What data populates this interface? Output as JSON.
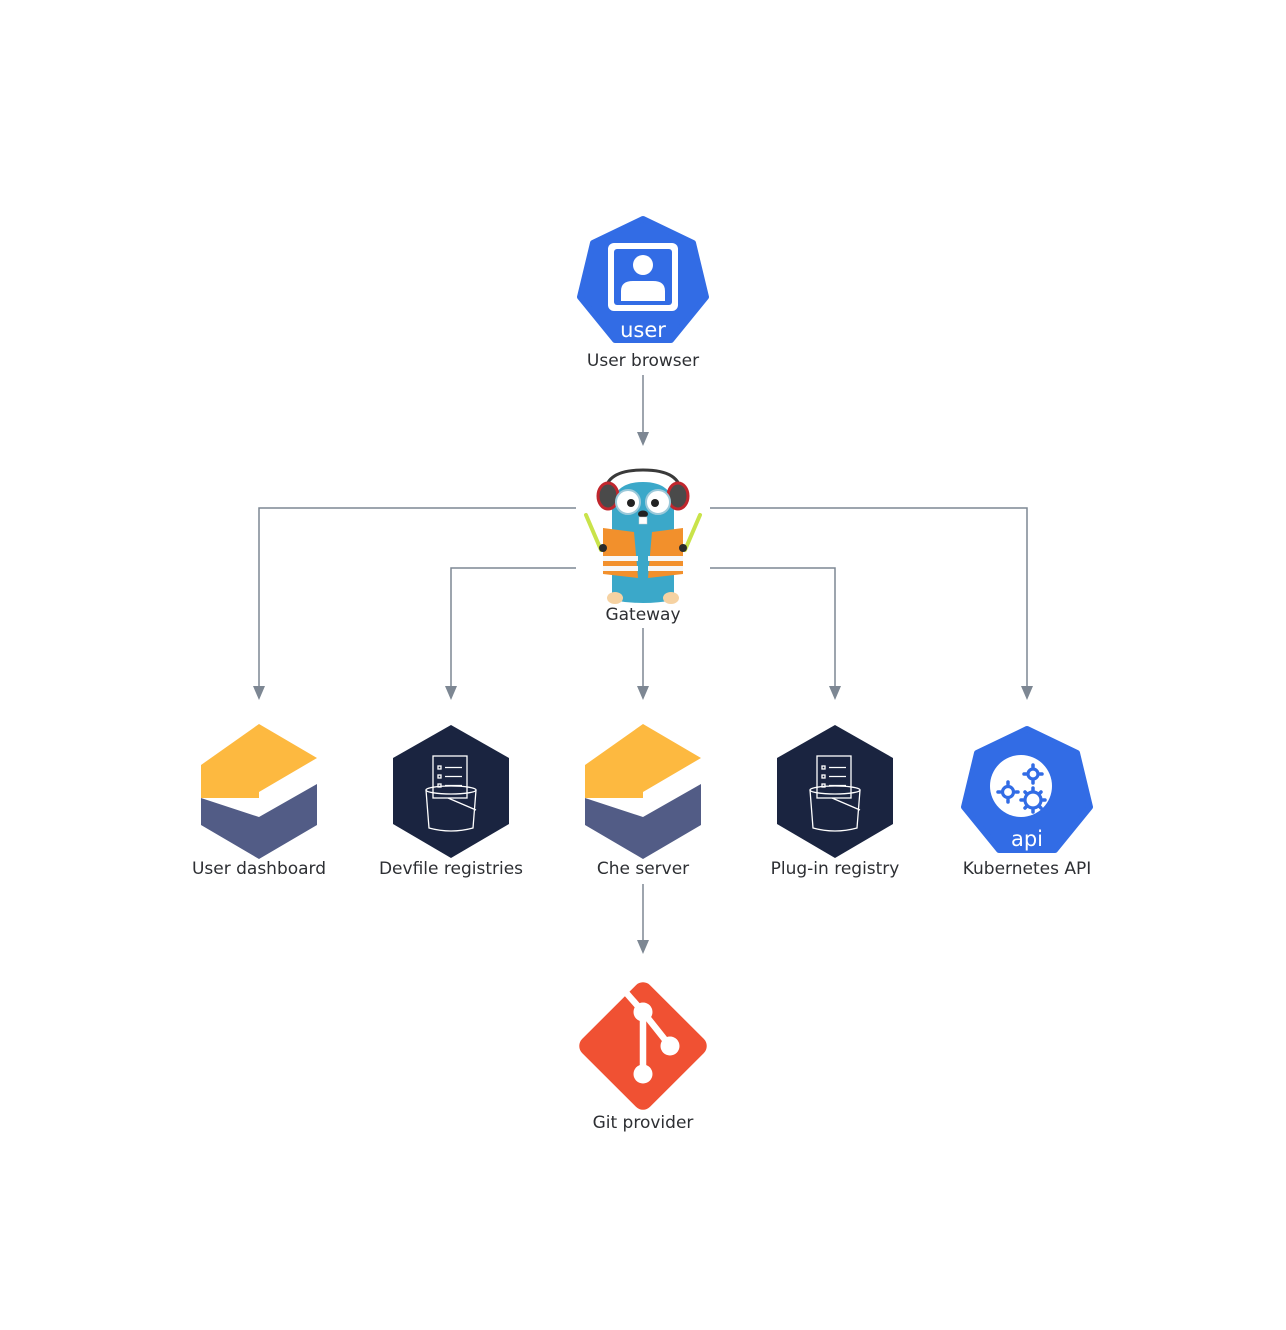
{
  "nodes": {
    "user_browser": {
      "label": "User browser",
      "icon": "user-icon",
      "badge": "user",
      "color": "#326ce5"
    },
    "gateway": {
      "label": "Gateway",
      "icon": "gopher-traffic-icon"
    },
    "user_dashboard": {
      "label": "User dashboard",
      "icon": "che-logo-icon"
    },
    "devfile_registries": {
      "label": "Devfile registries",
      "icon": "registry-bucket-icon",
      "color": "#1a2440"
    },
    "che_server": {
      "label": "Che server",
      "icon": "che-logo-icon"
    },
    "plugin_registry": {
      "label": "Plug-in registry",
      "icon": "registry-bucket-icon",
      "color": "#1a2440"
    },
    "kubernetes_api": {
      "label": "Kubernetes API",
      "icon": "kubernetes-api-icon",
      "badge": "api",
      "color": "#326ce5"
    },
    "git_provider": {
      "label": "Git provider",
      "icon": "git-icon",
      "color": "#f05133"
    }
  },
  "colors": {
    "edge": "#7d8793",
    "che_yellow": "#fdb940",
    "che_purple": "#525c86"
  }
}
